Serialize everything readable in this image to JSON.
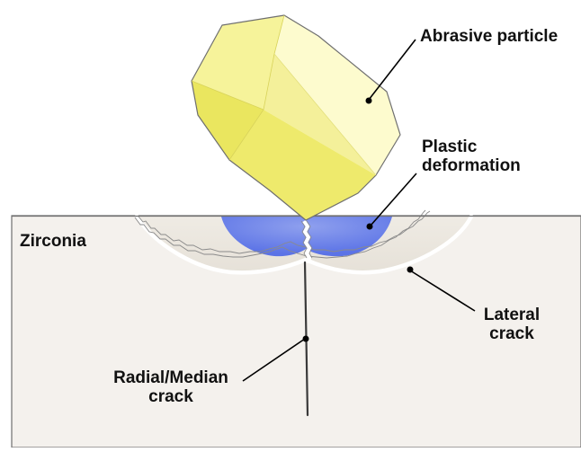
{
  "labels": {
    "abrasive_particle": "Abrasive particle",
    "plastic_deformation_line1": "Plastic",
    "plastic_deformation_line2": "deformation",
    "zirconia": "Zirconia",
    "lateral_crack_line1": "Lateral",
    "lateral_crack_line2": "crack",
    "radial_median_crack_line1": "Radial/Median",
    "radial_median_crack_line2": "crack"
  },
  "colors": {
    "zirconia_fill": "#f4f1ed",
    "outline": "#6f6f6f",
    "particle_light": "#fdfbc8",
    "particle_mid": "#f3ef7f",
    "particle_dark": "#e2de4c",
    "deformation_blue": "#5b73e6",
    "leader_line": "#000000"
  }
}
